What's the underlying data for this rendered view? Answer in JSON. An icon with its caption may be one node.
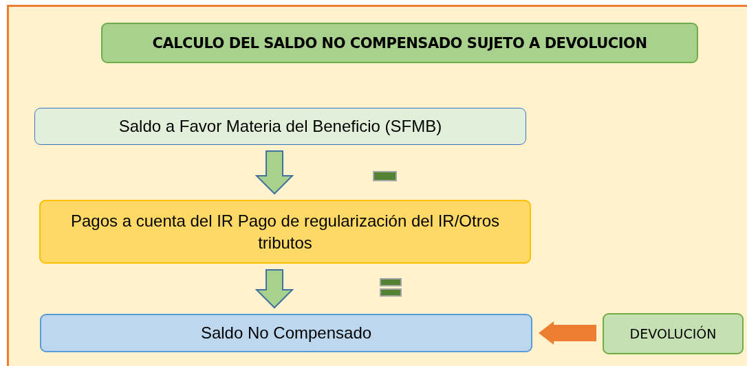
{
  "diagram": {
    "title": "CALCULO DEL SALDO NO COMPENSADO SUJETO A DEVOLUCION",
    "nodes": [
      {
        "text": [
          "Saldo a Favor Materia del Beneficio (SFMB)"
        ]
      },
      {
        "text": [
          "Pagos a cuenta del IR Pago de regularización del IR/Otros tributos"
        ]
      },
      {
        "text": [
          "Saldo No Compensado"
        ]
      },
      {
        "text": [
          "DEVOLUCIÓN"
        ]
      }
    ],
    "edges": [
      {
        "from": 0,
        "to": 1,
        "arrow": "to"
      },
      {
        "from": 1,
        "to": 2,
        "arrow": "to"
      },
      {
        "from": 3,
        "to": 2,
        "arrow": "to",
        "color": "#ed7d31"
      }
    ]
  }
}
